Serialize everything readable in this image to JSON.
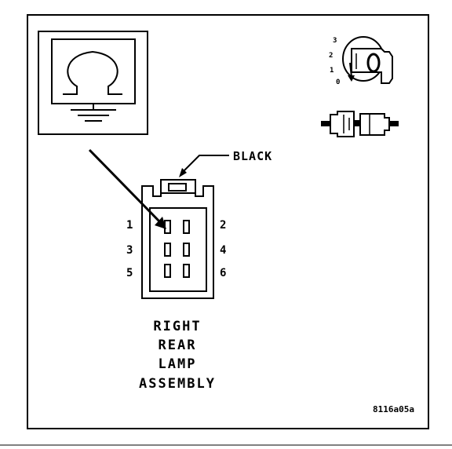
{
  "figure": {
    "callout_label": "BLACK",
    "pin_numbers": [
      "1",
      "2",
      "3",
      "4",
      "5",
      "6"
    ],
    "title_lines": [
      "RIGHT",
      "REAR",
      "LAMP",
      "ASSEMBLY"
    ],
    "figure_id": "8116a05a",
    "key_positions": [
      "3",
      "2",
      "1",
      "0"
    ],
    "line_color": "#000000",
    "background_color": "#ffffff"
  }
}
